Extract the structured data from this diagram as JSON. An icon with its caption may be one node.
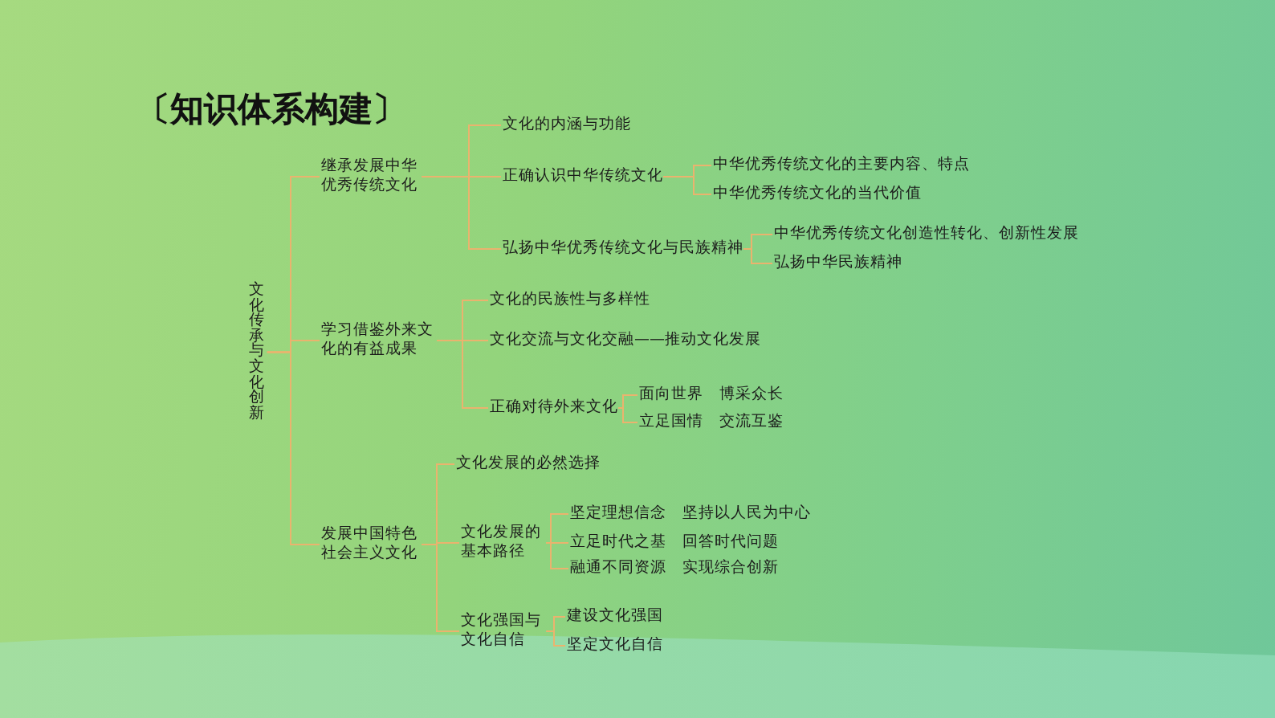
{
  "diagram": {
    "title": "〔知识体系构建〕",
    "nodes": [
      {
        "text": [
          "文化传承与文化创新"
        ]
      },
      {
        "text": [
          "继承发展中华优秀传统文化"
        ]
      },
      {
        "text": [
          "文化的内涵与功能"
        ]
      },
      {
        "text": [
          "正确认识中华传统文化"
        ]
      },
      {
        "text": [
          "中华优秀传统文化的主要内容、特点"
        ]
      },
      {
        "text": [
          "中华优秀传统文化的当代价值"
        ]
      },
      {
        "text": [
          "弘扬中华优秀传统文化与民族精神"
        ]
      },
      {
        "text": [
          "中华优秀传统文化创造性转化、创新性发展"
        ]
      },
      {
        "text": [
          "弘扬中华民族精神"
        ]
      },
      {
        "text": [
          "学习借鉴外来文化的有益成果"
        ]
      },
      {
        "text": [
          "文化的民族性与多样性"
        ]
      },
      {
        "text": [
          "文化交流与文化交融——推动文化发展"
        ]
      },
      {
        "text": [
          "正确对待外来文化"
        ]
      },
      {
        "text": [
          "面向世界",
          "博采众长"
        ]
      },
      {
        "text": [
          "立足国情",
          "交流互鉴"
        ]
      },
      {
        "text": [
          "发展中国特色社会主义文化"
        ]
      },
      {
        "text": [
          "文化发展的必然选择"
        ]
      },
      {
        "text": [
          "文化发展的基本路径"
        ]
      },
      {
        "text": [
          "坚定理想信念",
          "坚持以人民为中心"
        ]
      },
      {
        "text": [
          "立足时代之基",
          "回答时代问题"
        ]
      },
      {
        "text": [
          "融通不同资源",
          "实现综合创新"
        ]
      },
      {
        "text": [
          "文化强国与文化自信"
        ]
      },
      {
        "text": [
          "建设文化强国"
        ]
      },
      {
        "text": [
          "坚定文化自信"
        ]
      }
    ],
    "edges": [
      {
        "from": 0,
        "to": 1,
        "arrow": "none"
      },
      {
        "from": 0,
        "to": 9,
        "arrow": "none"
      },
      {
        "from": 0,
        "to": 15,
        "arrow": "none"
      },
      {
        "from": 1,
        "to": 2,
        "arrow": "none"
      },
      {
        "from": 1,
        "to": 3,
        "arrow": "none"
      },
      {
        "from": 1,
        "to": 6,
        "arrow": "none"
      },
      {
        "from": 3,
        "to": 4,
        "arrow": "none"
      },
      {
        "from": 3,
        "to": 5,
        "arrow": "none"
      },
      {
        "from": 6,
        "to": 7,
        "arrow": "none"
      },
      {
        "from": 6,
        "to": 8,
        "arrow": "none"
      },
      {
        "from": 9,
        "to": 10,
        "arrow": "none"
      },
      {
        "from": 9,
        "to": 11,
        "arrow": "none"
      },
      {
        "from": 9,
        "to": 12,
        "arrow": "none"
      },
      {
        "from": 12,
        "to": 13,
        "arrow": "none"
      },
      {
        "from": 12,
        "to": 14,
        "arrow": "none"
      },
      {
        "from": 15,
        "to": 16,
        "arrow": "none"
      },
      {
        "from": 15,
        "to": 17,
        "arrow": "none"
      },
      {
        "from": 15,
        "to": 21,
        "arrow": "none"
      },
      {
        "from": 17,
        "to": 18,
        "arrow": "none"
      },
      {
        "from": 17,
        "to": 19,
        "arrow": "none"
      },
      {
        "from": 17,
        "to": 20,
        "arrow": "none"
      },
      {
        "from": 21,
        "to": 22,
        "arrow": "none"
      },
      {
        "from": 21,
        "to": 23,
        "arrow": "none"
      }
    ]
  }
}
